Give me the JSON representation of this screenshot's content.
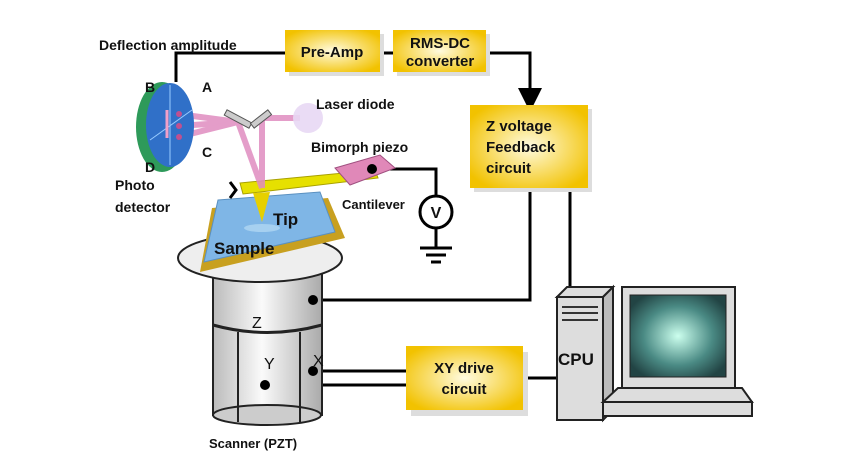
{
  "diagram": {
    "labels": {
      "deflection": "Deflection amplitude",
      "laser": "Laser diode",
      "bimorph": "Bimorph piezo",
      "cantilever": "Cantilever",
      "tip": "Tip",
      "sample": "Sample",
      "photo1": "Photo",
      "photo2": "detector",
      "a": "A",
      "b": "B",
      "c": "C",
      "d": "D",
      "z": "Z",
      "x": "X",
      "y": "Y",
      "scanner": "Scanner (PZT)",
      "cpu": "CPU",
      "volt": "V"
    },
    "boxes": {
      "preamp": "Pre-Amp",
      "rms1": "RMS-DC",
      "rms2": "converter",
      "zv1": "Z voltage",
      "zv2": "Feedback",
      "zv3": "circuit",
      "xy1": "XY drive",
      "xy2": "circuit"
    },
    "colors": {
      "box": "#f5c400",
      "detector": "#2e9a5a",
      "sample": "#7fb6e6",
      "cantilever": "#e6e000",
      "laser": "#e08cc0"
    }
  }
}
